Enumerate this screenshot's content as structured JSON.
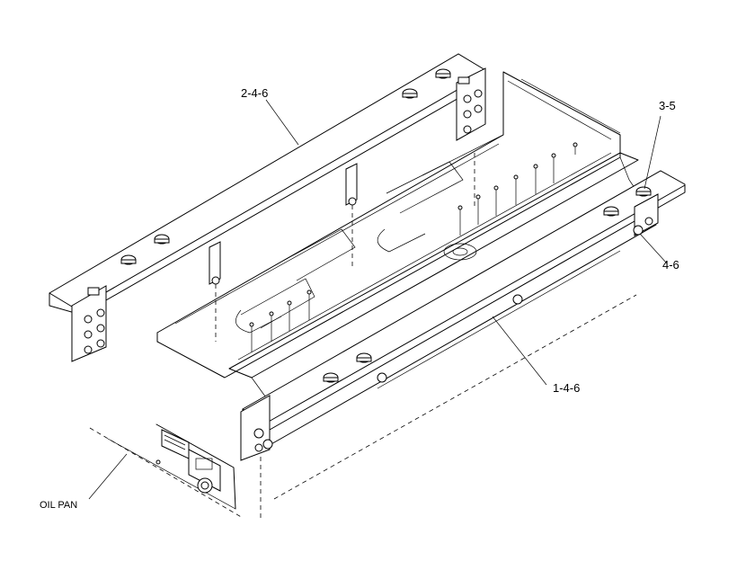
{
  "callouts": {
    "rail_left": "2-4-6",
    "bolt_top_right": "3-5",
    "bolt_right": "4-6",
    "rail_right": "1-4-6",
    "oil_pan": "OIL PAN"
  }
}
